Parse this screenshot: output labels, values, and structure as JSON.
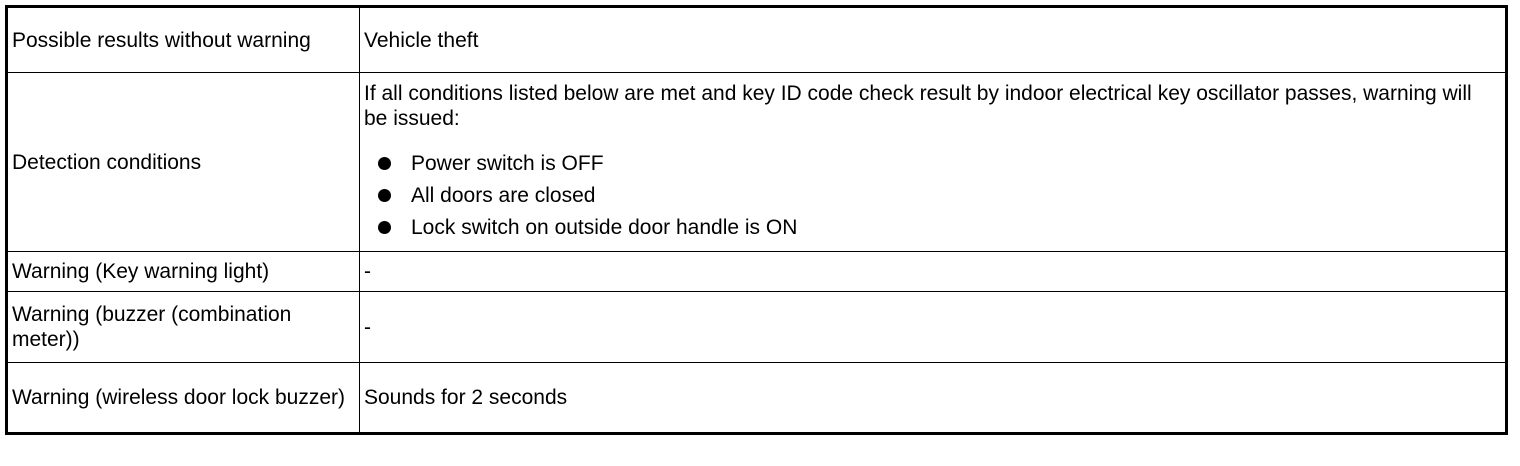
{
  "rows": {
    "possible_results": {
      "label": "Possible results without warning",
      "value": "Vehicle theft"
    },
    "detection_conditions": {
      "label": "Detection conditions",
      "intro": "If all conditions listed below are met and key ID code check result by indoor electrical key oscillator passes, warning will be issued:",
      "conditions": [
        "Power switch is OFF",
        "All doors are closed",
        "Lock switch on outside door handle is ON"
      ]
    },
    "key_warning_light": {
      "label": "Warning (Key warning light)",
      "value": "-"
    },
    "buzzer_combination_meter": {
      "label": "Warning (buzzer (combination meter))",
      "value": "-"
    },
    "wireless_door_lock_buzzer": {
      "label": "Warning (wireless door lock buzzer)",
      "value": "Sounds for 2 seconds"
    }
  },
  "icons": {
    "bullet": "filled-circle-bullet-icon"
  }
}
